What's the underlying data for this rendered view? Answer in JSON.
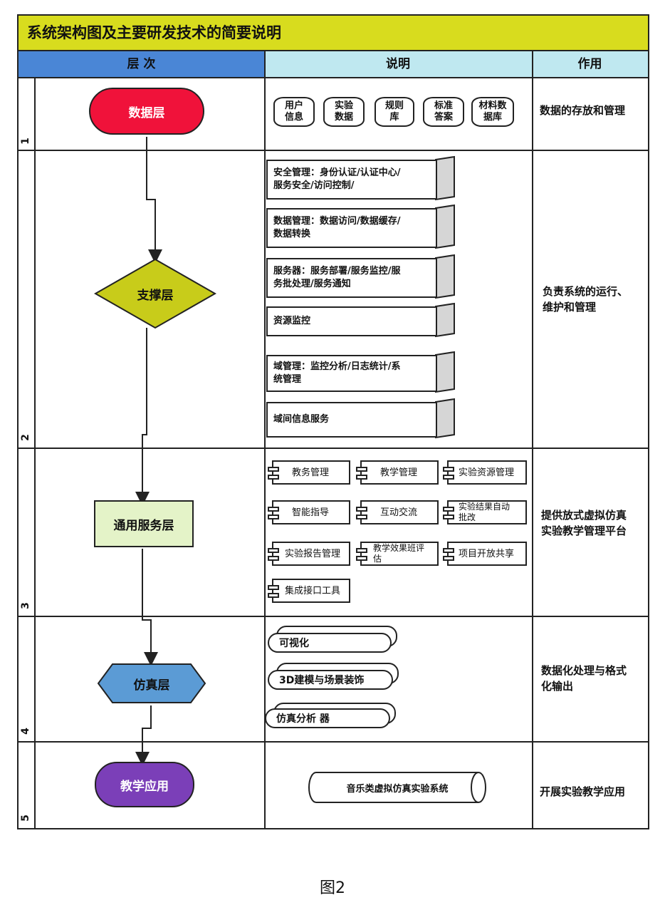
{
  "title": "系统架构图及主要研发技术的简要说明",
  "headers": {
    "layer": "层 次",
    "desc": "说明",
    "role": "作用"
  },
  "rows": [
    {
      "num": "1",
      "layer": "数据层",
      "role": "数据的存放和管理",
      "items": [
        "用户\n信息",
        "实验\n数据",
        "规则\n库",
        "标准\n答案",
        "材料数\n据库"
      ]
    },
    {
      "num": "2",
      "layer": "支撑层",
      "role": "负责系统的运行、\n维护和管理",
      "items": [
        "安全管理：身份认证/认证中心/\n服务安全/访问控制/",
        "数据管理：数据访问/数据缓存/\n数据转换",
        "服务器：服务部署/服务监控/服\n务批处理/服务通知",
        "资源监控",
        "域管理：监控分析/日志统计/系\n统管理",
        "域间信息服务"
      ]
    },
    {
      "num": "3",
      "layer": "通用服务层",
      "role": "提供放式虚拟仿真\n实验教学管理平台",
      "items": [
        "教务管理",
        "教学管理",
        "实验资源管理",
        "智能指导",
        "互动交流",
        "实验结果自动\n批改",
        "实验报告管理",
        "教学效果班评\n估",
        "项目开放共享",
        "集成接口工具"
      ]
    },
    {
      "num": "4",
      "layer": "仿真层",
      "role": "数据化处理与格式\n化输出",
      "items": [
        "可视化",
        "3D建模与场景装饰",
        "仿真分析 器"
      ]
    },
    {
      "num": "5",
      "layer": "教学应用",
      "role": "开展实验教学应用",
      "items": [
        "音乐类虚拟仿真实验系统"
      ]
    }
  ],
  "caption": "图2",
  "colors": {
    "title_bg": "#d8dc1e",
    "layer_header": "#4a86d6",
    "desc_header": "#bfe8f0",
    "role_header": "#bfe8f0",
    "data_layer": "#f0123a",
    "support_layer": "#c8cc1a",
    "service_layer": "#e4f3c8",
    "sim_layer": "#5b9bd5",
    "app_layer": "#7b3fb8"
  }
}
